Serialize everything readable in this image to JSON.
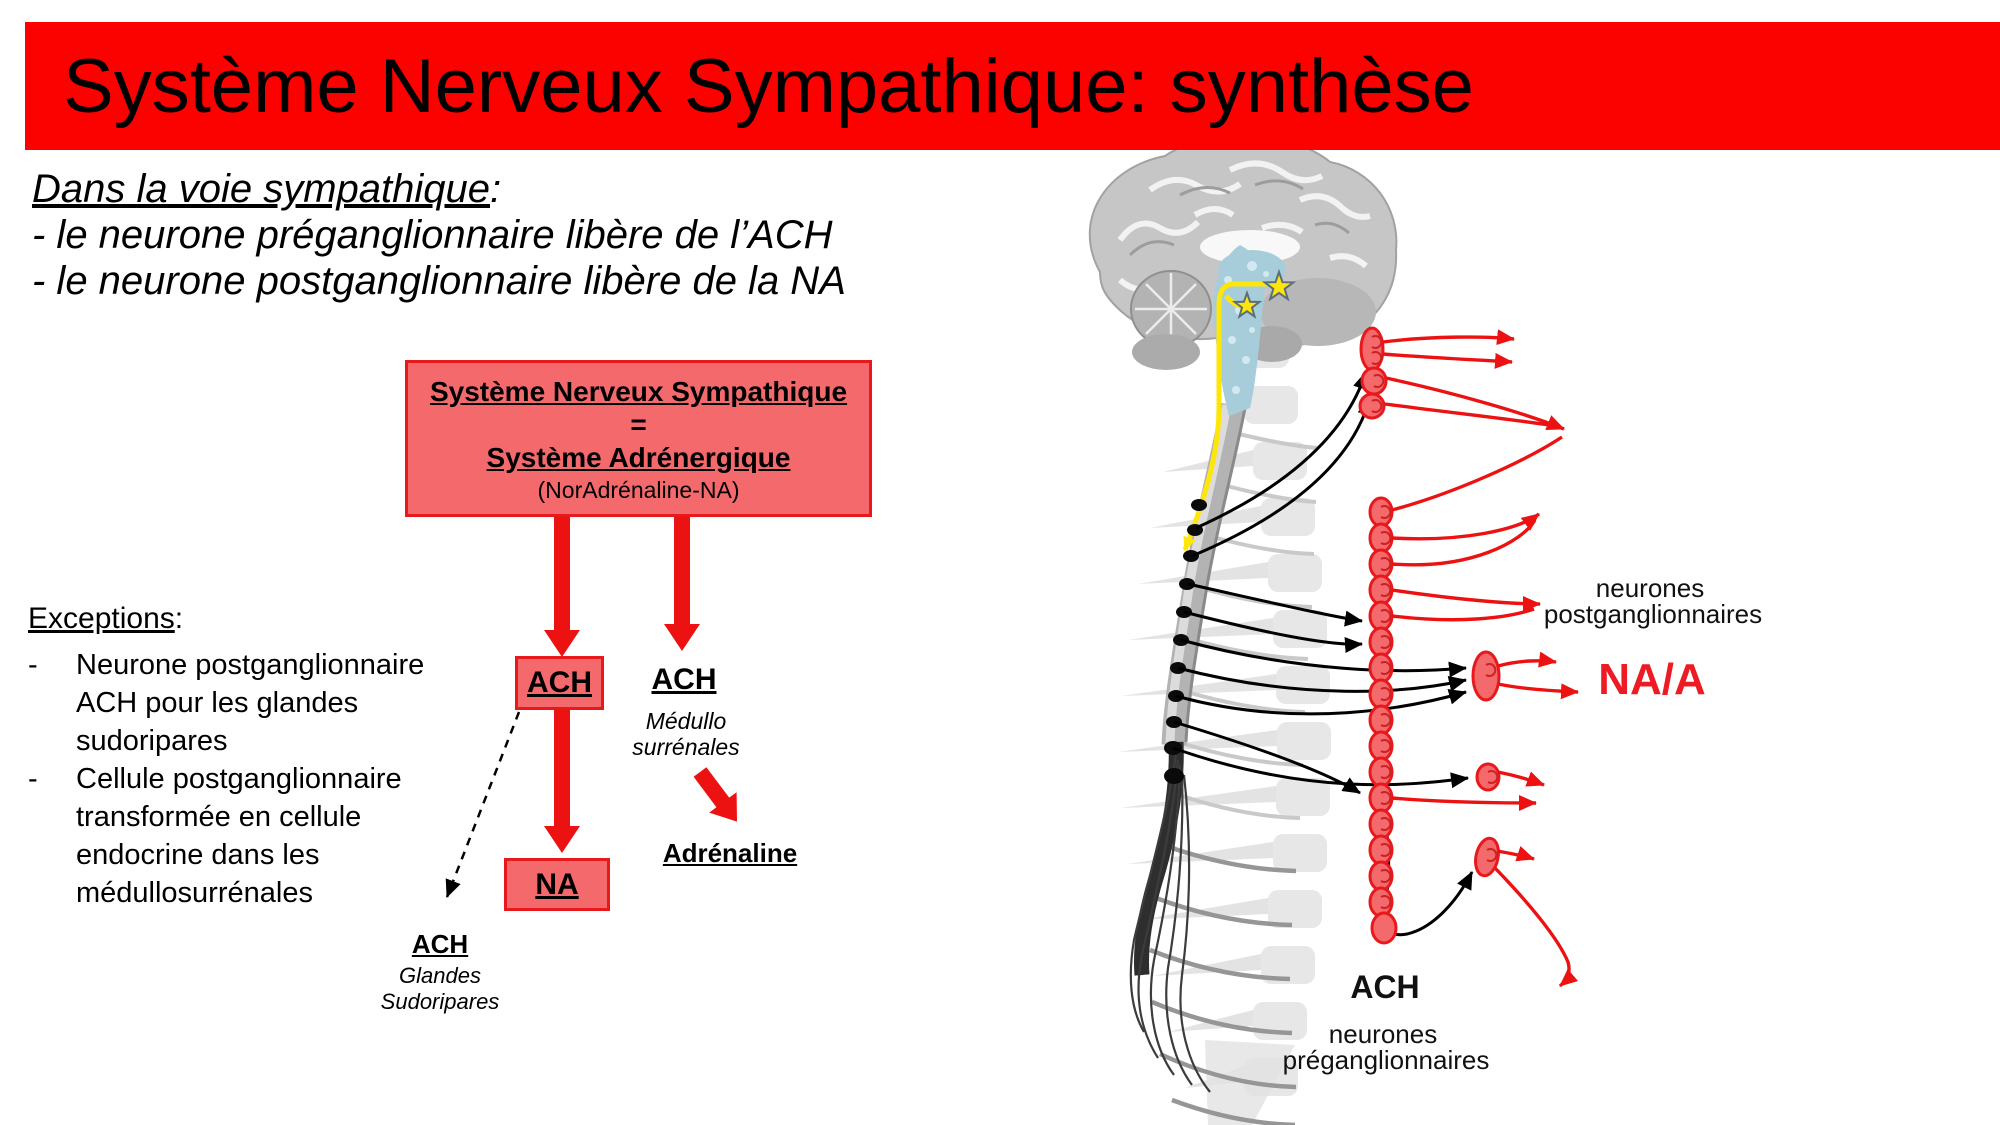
{
  "title": "Système Nerveux Sympathique: synthèse",
  "intro": {
    "heading": "Dans la voie sympathique",
    "heading_suffix": ":",
    "line1": "- le neurone préganglionnaire libère de l’ACH",
    "line2": "- le neurone postganglionnaire libère de la NA"
  },
  "flowchart": {
    "main_box": {
      "line1": "Système Nerveux Sympathique",
      "equals": "=",
      "line2": "Système Adrénergique",
      "subtitle": "(NorAdrénaline-NA)"
    },
    "ach_box_label": "ACH",
    "na_box_label": "NA",
    "medullo_branch": {
      "label": "ACH",
      "note_line1": "Médullo",
      "note_line2": "surrénales",
      "result": "Adrénaline"
    },
    "sweat_branch": {
      "label": "ACH",
      "note_line1": "Glandes",
      "note_line2": "Sudoripares"
    }
  },
  "exceptions": {
    "heading": "Exceptions",
    "heading_suffix": ":",
    "bullet": "-",
    "items": [
      "Neurone postganglionnaire ACH pour les glandes sudoripares",
      "Cellule postganglionnaire transformée en cellule endocrine dans les médullosurrénales"
    ]
  },
  "illustration": {
    "postganglionic_line1": "neurones",
    "postganglionic_line2": "postganglionnaires",
    "na_a_label": "NA/A",
    "ach_label": "ACH",
    "preganglionic_line1": "neurones",
    "preganglionic_line2": "préganglionnaires"
  },
  "colors": {
    "banner_red": "#fb0200",
    "box_fill": "#f4696b",
    "box_border": "#e8191c",
    "arrow_red": "#ed1212",
    "na_a_red": "#ed1c24",
    "pathway_yellow": "#ffe60a",
    "brainstem_blue": "#a7cddb"
  }
}
